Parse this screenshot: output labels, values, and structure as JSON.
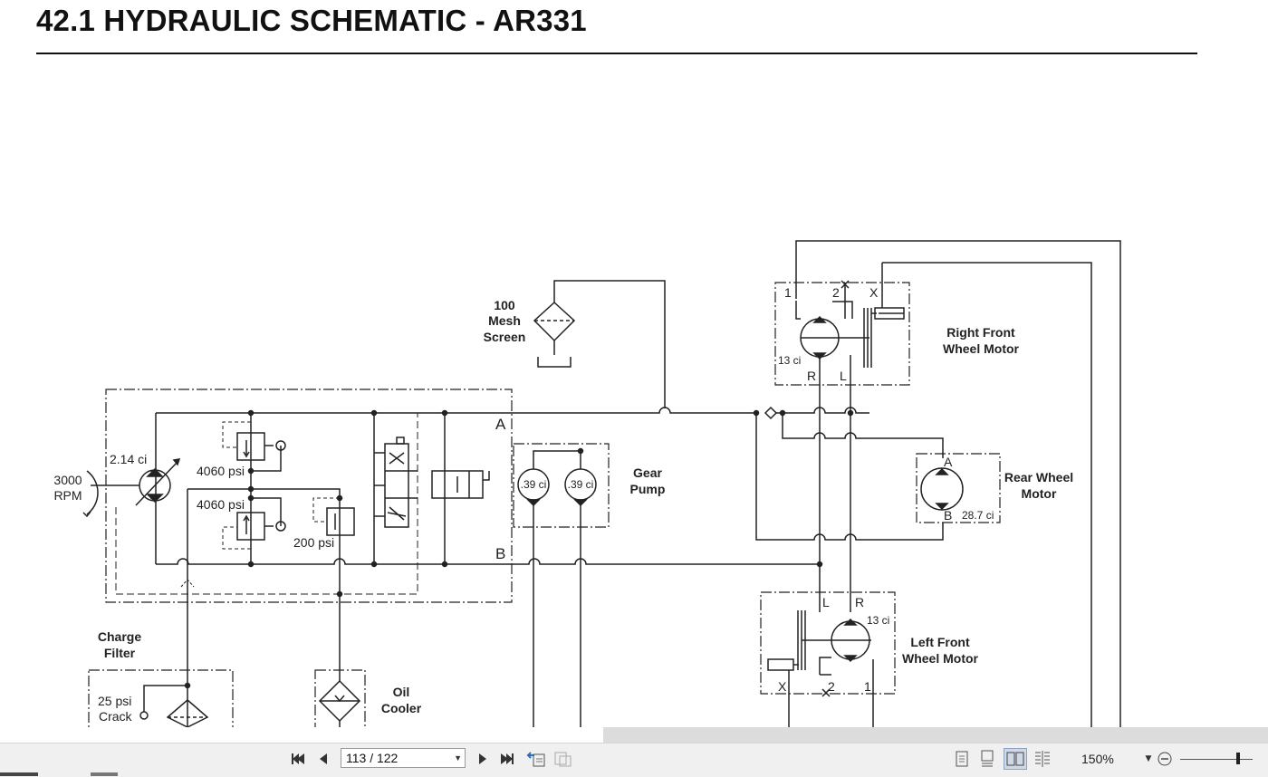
{
  "document": {
    "title": "42.1 HYDRAULIC SCHEMATIC - AR331"
  },
  "schematic": {
    "mesh_screen": [
      "100",
      "Mesh",
      "Screen"
    ],
    "right_front_motor": [
      "Right Front",
      "Wheel Motor"
    ],
    "right_ports": {
      "p1": "1",
      "p2": "2",
      "x": "X",
      "r": "R",
      "l": "L"
    },
    "right_disp": "13 ci",
    "rear_motor": [
      "Rear Wheel",
      "Motor"
    ],
    "rear_ports": {
      "a": "A",
      "b": "B"
    },
    "rear_disp": "28.7 ci",
    "gear_pump": [
      "Gear",
      "Pump"
    ],
    "gear_disp_1": ".39 ci",
    "gear_disp_2": ".39 ci",
    "pump_rpm": [
      "3000",
      "RPM"
    ],
    "pump_disp": "2.14 ci",
    "relief_1": "4060 psi",
    "relief_2": "4060 psi",
    "charge_relief": "200 psi",
    "port_a": "A",
    "port_b": "B",
    "charge_filter": [
      "Charge",
      "Filter"
    ],
    "crack": [
      "25 psi",
      "Crack"
    ],
    "oil_cooler": [
      "Oil",
      "Cooler"
    ],
    "left_front_motor": [
      "Left Front",
      "Wheel Motor"
    ],
    "left_ports": {
      "l": "L",
      "r": "R",
      "x": "X",
      "p2": "2",
      "p1": "1"
    },
    "left_disp": "13 ci"
  },
  "toolbar": {
    "page_value": "113 / 122",
    "zoom": "150%"
  }
}
